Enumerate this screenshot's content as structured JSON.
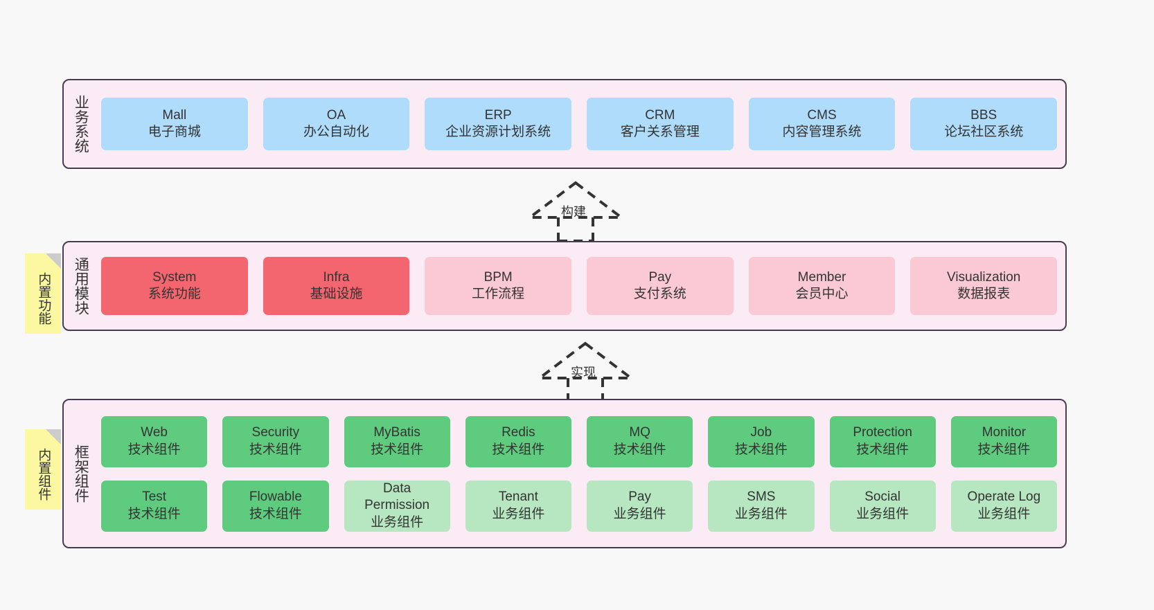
{
  "diagram": {
    "background_color": "#f8f8f8",
    "layer_fill": "#faebf4",
    "layer_border": "#463b4f",
    "note_color": "#fbf8a1",
    "note_fold_color": "#cccccc"
  },
  "layers": [
    {
      "id": "business",
      "label": "业务系统",
      "note": null,
      "rows": [
        {
          "cards": [
            {
              "en": "Mall",
              "cn": "电子商城",
              "style": "blue"
            },
            {
              "en": "OA",
              "cn": "办公自动化",
              "style": "blue"
            },
            {
              "en": "ERP",
              "cn": "企业资源计划系统",
              "style": "blue"
            },
            {
              "en": "CRM",
              "cn": "客户关系管理",
              "style": "blue"
            },
            {
              "en": "CMS",
              "cn": "内容管理系统",
              "style": "blue"
            },
            {
              "en": "BBS",
              "cn": "论坛社区系统",
              "style": "blue"
            }
          ]
        }
      ]
    },
    {
      "id": "common-modules",
      "label": "通用模块",
      "note": "内置功能",
      "rows": [
        {
          "cards": [
            {
              "en": "System",
              "cn": "系统功能",
              "style": "red"
            },
            {
              "en": "Infra",
              "cn": "基础设施",
              "style": "red"
            },
            {
              "en": "BPM",
              "cn": "工作流程",
              "style": "pink"
            },
            {
              "en": "Pay",
              "cn": "支付系统",
              "style": "pink"
            },
            {
              "en": "Member",
              "cn": "会员中心",
              "style": "pink"
            },
            {
              "en": "Visualization",
              "cn": "数据报表",
              "style": "pink"
            }
          ]
        }
      ]
    },
    {
      "id": "framework-components",
      "label": "框架组件",
      "note": "内置组件",
      "rows": [
        {
          "cards": [
            {
              "en": "Web",
              "cn": "技术组件",
              "style": "green"
            },
            {
              "en": "Security",
              "cn": "技术组件",
              "style": "green"
            },
            {
              "en": "MyBatis",
              "cn": "技术组件",
              "style": "green"
            },
            {
              "en": "Redis",
              "cn": "技术组件",
              "style": "green"
            },
            {
              "en": "MQ",
              "cn": "技术组件",
              "style": "green"
            },
            {
              "en": "Job",
              "cn": "技术组件",
              "style": "green"
            },
            {
              "en": "Protection",
              "cn": "技术组件",
              "style": "green"
            },
            {
              "en": "Monitor",
              "cn": "技术组件",
              "style": "green"
            }
          ]
        },
        {
          "cards": [
            {
              "en": "Test",
              "cn": "技术组件",
              "style": "green"
            },
            {
              "en": "Flowable",
              "cn": "技术组件",
              "style": "green"
            },
            {
              "en": "Data Permission",
              "cn": "业务组件",
              "style": "green-light"
            },
            {
              "en": "Tenant",
              "cn": "业务组件",
              "style": "green-light"
            },
            {
              "en": "Pay",
              "cn": "业务组件",
              "style": "green-light"
            },
            {
              "en": "SMS",
              "cn": "业务组件",
              "style": "green-light"
            },
            {
              "en": "Social",
              "cn": "业务组件",
              "style": "green-light"
            },
            {
              "en": "Operate Log",
              "cn": "业务组件",
              "style": "green-light"
            }
          ]
        }
      ]
    }
  ],
  "connectors": [
    {
      "id": "build",
      "label": "构建"
    },
    {
      "id": "implement",
      "label": "实现"
    }
  ]
}
